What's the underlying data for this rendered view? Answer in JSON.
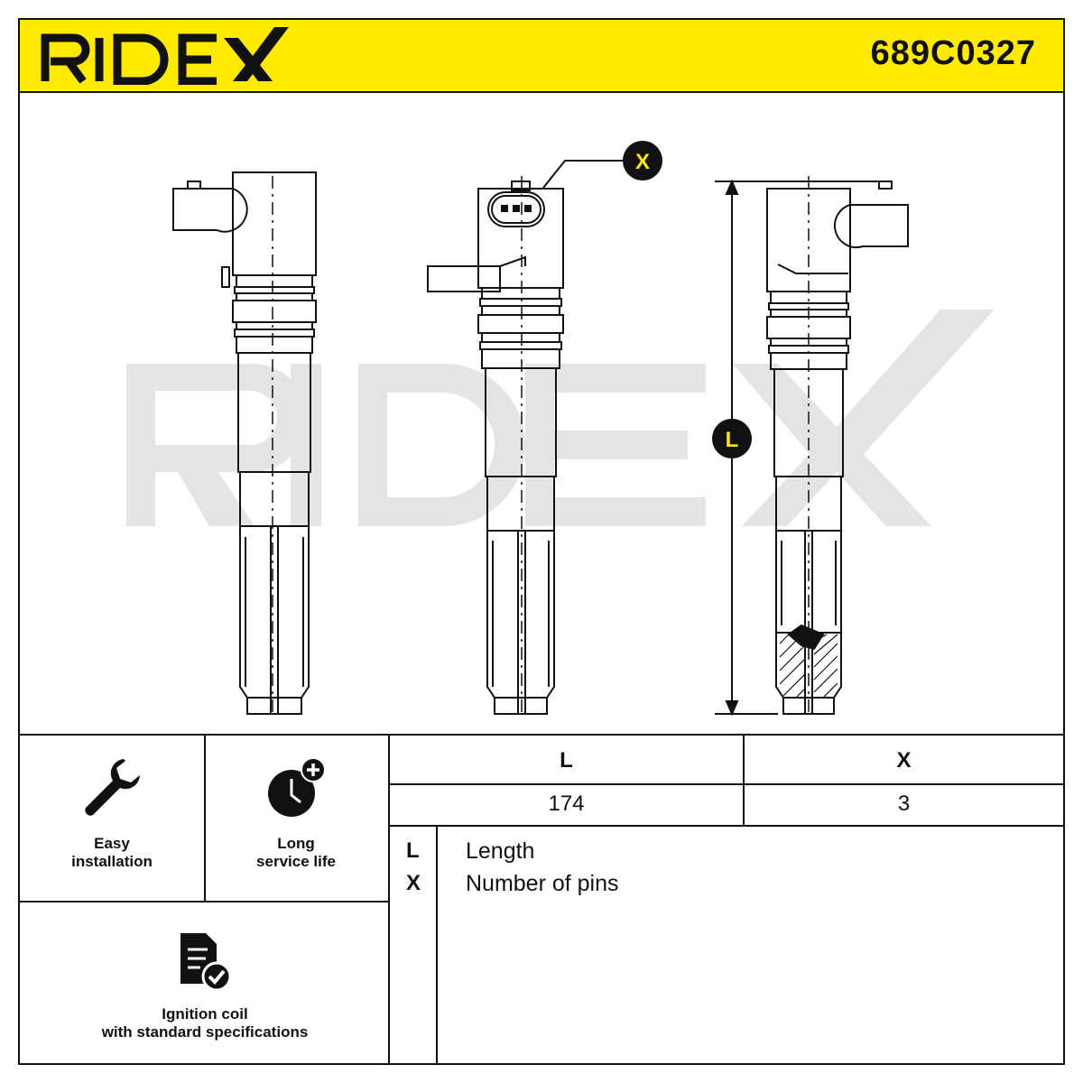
{
  "header": {
    "brand": "RIDEX",
    "part_number": "689C0327",
    "background_color": "#ffea00"
  },
  "drawing": {
    "watermark": "RIDEX",
    "callouts": [
      "X",
      "L"
    ]
  },
  "features": [
    {
      "icon": "wrench-icon",
      "label_line1": "Easy",
      "label_line2": "installation"
    },
    {
      "icon": "clock-plus-icon",
      "label_line1": "Long",
      "label_line2": "service life"
    },
    {
      "icon": "document-check-icon",
      "label_line1": "Ignition coil",
      "label_line2": "with standard specifications"
    }
  ],
  "spec_table": {
    "headers": [
      "L",
      "X"
    ],
    "values": [
      "174",
      "3"
    ]
  },
  "legend": [
    {
      "key": "L",
      "desc": "Length"
    },
    {
      "key": "X",
      "desc": "Number of pins"
    }
  ]
}
